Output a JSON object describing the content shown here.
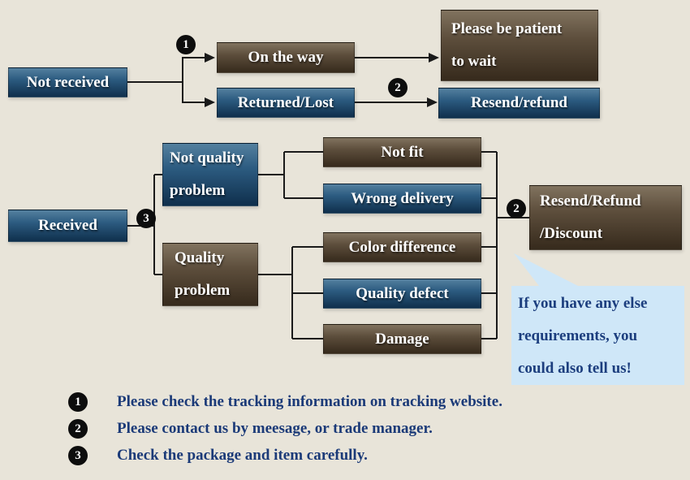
{
  "nodes": {
    "not_received": "Not received",
    "on_the_way": "On the way",
    "returned_lost": "Returned/Lost",
    "patient_line1": "Please be patient",
    "patient_line2": "to wait",
    "resend_refund": "Resend/refund",
    "received": "Received",
    "not_quality_line1": "Not quality",
    "not_quality_line2": "problem",
    "quality_line1": "Quality",
    "quality_line2": "problem",
    "not_fit": "Not fit",
    "wrong_delivery": "Wrong delivery",
    "color_difference": "Color difference",
    "quality_defect": "Quality defect",
    "damage": "Damage",
    "resend_refund_discount_line1": "Resend/Refund",
    "resend_refund_discount_line2": "/Discount"
  },
  "callout": {
    "line1": "If you have any else",
    "line2": "requirements, you",
    "line3": "could also tell us!"
  },
  "badges": {
    "step1": "1",
    "step2": "2",
    "step3": "3"
  },
  "legend": {
    "items": [
      {
        "num": "1",
        "text": "Please check the tracking information on tracking website."
      },
      {
        "num": "2",
        "text": "Please contact us by meesage, or trade manager."
      },
      {
        "num": "3",
        "text": "Check the package and item carefully."
      }
    ]
  },
  "colors": {
    "background": "#e8e4d9",
    "blue_box_dark": "#0f2f4c",
    "blue_box_light": "#54809f",
    "brown_box_dark": "#362a1c",
    "brown_box_light": "#81735f",
    "callout_background": "#cfe7f8",
    "callout_text": "#1c3e7e",
    "legend_text": "#1b3a78",
    "connector": "#1a1a1a",
    "badge_background": "#0d0d0d"
  }
}
